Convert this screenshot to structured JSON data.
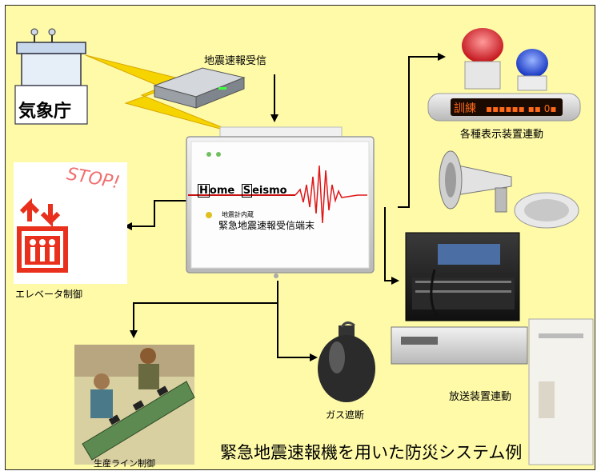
{
  "labels": {
    "agency": "気象庁",
    "eew_reception": "地震速報受信",
    "display_link": "各種表示装置連動",
    "elevator": "エレベータ制御",
    "broadcast": "放送装置連動",
    "gas": "ガス遮断",
    "production": "生産ライン制御",
    "caption": "緊急地震速報機を用いた防災システム例"
  },
  "device": {
    "brand_home": "ome",
    "brand_seismo": "eismo",
    "brand_H": "H",
    "brand_S": "S",
    "sub_small": "地震計内蔵",
    "sub_main": "緊急地震速報受信端末"
  },
  "stop_sign": "STOP!",
  "led_panel": "訓練",
  "colors": {
    "background": "#fefaa8",
    "arrow": "#000000",
    "seismo_wave": "#e01818",
    "beacon_red": "#e0202a",
    "beacon_blue": "#2040d8",
    "elevator_red": "#e8301c",
    "lightning": "#f4d000"
  }
}
